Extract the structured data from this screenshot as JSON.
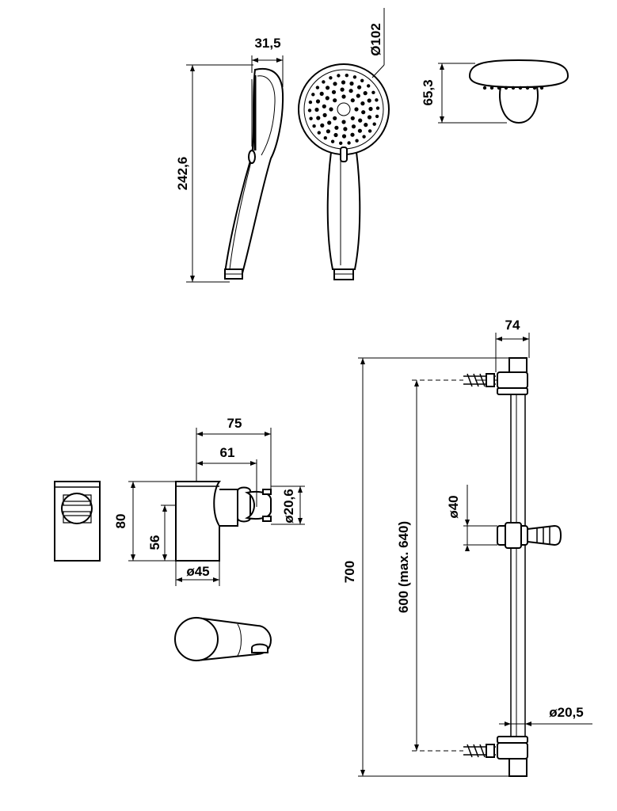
{
  "dimensions": {
    "handshower_width": "31,5",
    "handshower_length": "242,6",
    "handshower_head_diameter": "Ø102",
    "handshower_head_depth": "65,3",
    "bar_holder_width": "74",
    "bar_total_length": "700",
    "bar_fixing_distance": "600 (max. 640)",
    "bar_slider_diameter": "ø40",
    "bar_rod_diameter": "ø20,5",
    "wall_holder_depth": "75",
    "wall_holder_inner_depth": "61",
    "wall_holder_hole_diameter": "ø20,6",
    "wall_holder_height": "80",
    "wall_holder_inner_height": "56",
    "wall_holder_base_diameter": "ø45"
  },
  "colors": {
    "line": "#000000",
    "background": "#ffffff"
  }
}
